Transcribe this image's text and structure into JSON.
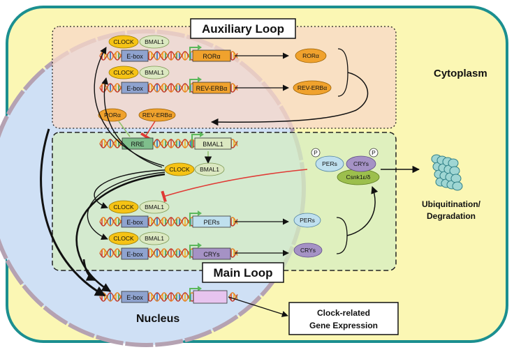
{
  "titles": {
    "auxiliary_loop": "Auxiliary Loop",
    "main_loop": "Main Loop",
    "cytoplasm": "Cytoplasm",
    "nucleus": "Nucleus",
    "ubiquitination_line1": "Ubiquitination/",
    "ubiquitination_line2": "Degradation",
    "clock_output_line1": "Clock-related",
    "clock_output_line2": "Gene Expression"
  },
  "labels": {
    "clock": "CLOCK",
    "bmal1": "BMAL1",
    "ebox": "E-box",
    "rre": "RRE",
    "ror": "RORα",
    "reverb": "REV-ERBα",
    "pers": "PERs",
    "crys": "CRYs",
    "csnk": "Csnk1ε/δ",
    "phospho": "P"
  },
  "colors": {
    "cell_fill": "#fbf7b4",
    "cell_stroke": "#1b8f90",
    "nucleus_fill": "#cfe0f5",
    "nucleus_stroke": "#b5a2b2",
    "aux_fill": "#f8d8c8",
    "main_fill": "#d6eec2",
    "clock_pill": "#f6c315",
    "bmal_pill": "#dbe8c1",
    "ror_orange": "#f0a22d",
    "ebox_blue": "#8fa3cf",
    "rre_green": "#7fbe8c",
    "per_blue": "#bfe0ee",
    "cry_purple": "#a592c5",
    "csnk_green": "#9cbf4d",
    "output_pink": "#e7c4ef",
    "inhibit_red": "#e03a35"
  }
}
